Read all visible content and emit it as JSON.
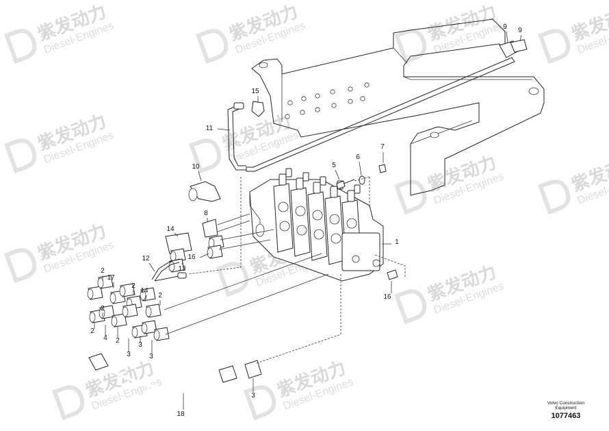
{
  "watermark": {
    "cn": "紫发动力",
    "en": "Diesel-Engines"
  },
  "callouts": [
    {
      "id": "c1",
      "text": "1"
    },
    {
      "id": "c2a",
      "text": "2"
    },
    {
      "id": "c2b",
      "text": "2"
    },
    {
      "id": "c2c",
      "text": "2"
    },
    {
      "id": "c2d",
      "text": "2"
    },
    {
      "id": "c2e",
      "text": "2"
    },
    {
      "id": "c2f",
      "text": "2"
    },
    {
      "id": "c3a",
      "text": "3"
    },
    {
      "id": "c3b",
      "text": "3"
    },
    {
      "id": "c3c",
      "text": "3"
    },
    {
      "id": "c4",
      "text": "4"
    },
    {
      "id": "c5",
      "text": "5"
    },
    {
      "id": "c6",
      "text": "6"
    },
    {
      "id": "c7",
      "text": "7"
    },
    {
      "id": "c8",
      "text": "8"
    },
    {
      "id": "c9a",
      "text": "9"
    },
    {
      "id": "c9b",
      "text": "9"
    },
    {
      "id": "c10",
      "text": "10"
    },
    {
      "id": "c11",
      "text": "11"
    },
    {
      "id": "c12",
      "text": "12"
    },
    {
      "id": "c13",
      "text": "13"
    },
    {
      "id": "c14a",
      "text": "14"
    },
    {
      "id": "c14b",
      "text": "14"
    },
    {
      "id": "c15",
      "text": "15"
    },
    {
      "id": "c16a",
      "text": "16"
    },
    {
      "id": "c16b",
      "text": "16"
    },
    {
      "id": "c17",
      "text": "17"
    },
    {
      "id": "c18",
      "text": "18"
    }
  ],
  "footer": {
    "line1": "Volvo Construction",
    "line2": "Equipment",
    "drawing_number": "1077463"
  }
}
